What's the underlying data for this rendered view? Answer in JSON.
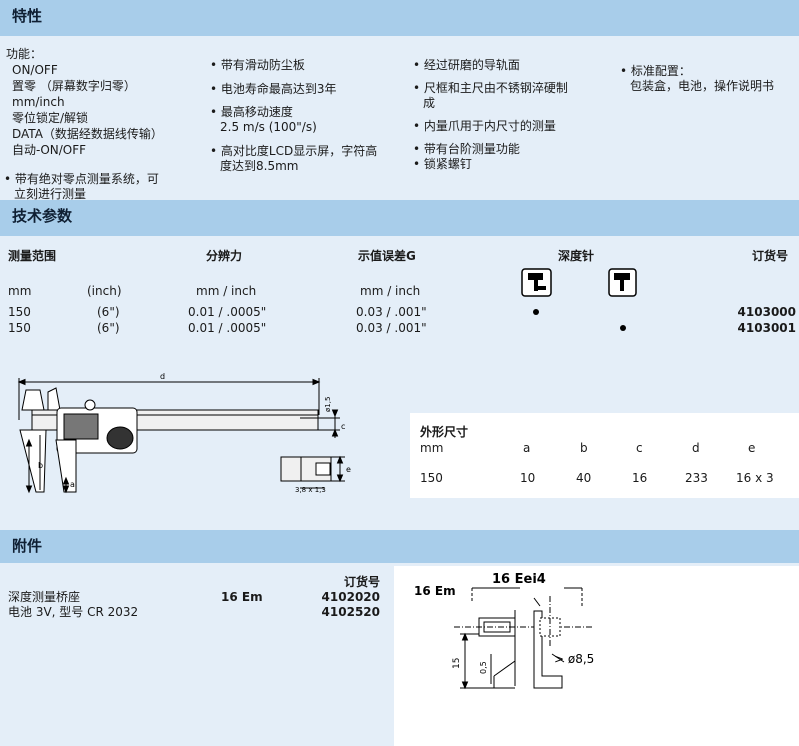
{
  "features": {
    "title": "特性",
    "col1": {
      "head": "功能：",
      "items": [
        "ON/OFF",
        "置零 （屏幕数字归零）",
        "mm/inch",
        "零位锁定/解锁",
        "DATA（数据经数据线传输）",
        "自动-ON/OFF"
      ],
      "bullet": [
        "• 带有绝对零点测量系统，可",
        "立刻进行测量"
      ]
    },
    "col2": [
      "• 带有滑动防尘板",
      "• 电池寿命最高达到3年",
      "• 最高移动速度",
      "2.5 m/s (100\"/s)",
      "• 高对比度LCD显示屏，字符高",
      "度达到8.5mm"
    ],
    "col3": [
      "• 经过研磨的导轨面",
      "• 尺框和主尺由不锈钢淬硬制",
      "成",
      "• 内量爪用于内尺寸的测量",
      "• 带有台阶测量功能",
      "• 锁紧螺钉"
    ],
    "col4": [
      "• 标准配置：",
      "包装盒，电池，操作说明书"
    ]
  },
  "tech": {
    "title": "技术参数",
    "headers": {
      "range": "测量范围",
      "resolution": "分辨力",
      "error": "示值误差G",
      "depth": "深度针",
      "order": "订货号"
    },
    "units": {
      "mm": "mm",
      "inch": "(inch)",
      "resolution": "mm / inch",
      "error": "mm / inch"
    },
    "rows": [
      {
        "mm": "150",
        "inch": "(6\")",
        "resolution": "0.01 / .0005\"",
        "error": "0.03 / .001\"",
        "order": "4103000"
      },
      {
        "mm": "150",
        "inch": "(6\")",
        "resolution": "0.01 / .0005\"",
        "error": "0.03 / .001\"",
        "order": "4103001"
      }
    ]
  },
  "drawing": {
    "d": "d",
    "phi": "ø1,5",
    "a": "a",
    "b": "b",
    "c": "c",
    "e": "e",
    "slot": "3,8 x 1,3"
  },
  "dims": {
    "title": "外形尺寸",
    "headers": [
      "mm",
      "a",
      "b",
      "c",
      "d",
      "e"
    ],
    "values": [
      "150",
      "10",
      "40",
      "16",
      "233",
      "16 x 3"
    ]
  },
  "accessories": {
    "title": "附件",
    "order_header": "订货号",
    "rows": [
      {
        "name": "深度测量桥座",
        "model": "16 Em",
        "order": "4102020"
      },
      {
        "name": "电池 3V, 型号 CR 2032",
        "model": "",
        "order": "4102520"
      }
    ],
    "drawing": {
      "label_left": "16 Em",
      "label_top": "16 Eei4",
      "dim_15": "15",
      "dim_05": "0,5",
      "dim_phi": "> ø8,5"
    }
  }
}
